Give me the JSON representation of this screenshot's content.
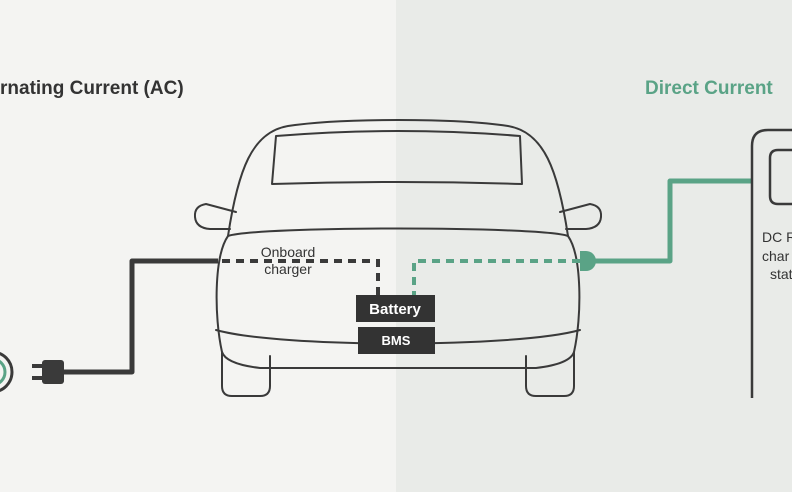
{
  "left_heading": "rnating Current (AC)",
  "right_heading": "Direct Current",
  "onboard_charger": {
    "line1": "Onboard",
    "line2": "charger"
  },
  "battery_label": "Battery",
  "bms_label": "BMS",
  "station_label": {
    "line1": "DC R",
    "line2": "char",
    "line3": "stat"
  },
  "colors": {
    "ac_wire": "#3a3a3a",
    "dc_wire": "#5aa386",
    "car_outline": "#3a3a3a",
    "left_bg": "#f4f4f2",
    "right_bg": "#e9ebe8",
    "box_fill": "#333333"
  },
  "icons": [
    "ac-outlet-icon",
    "ac-plug-icon",
    "dc-connector-icon",
    "car-illustration",
    "dc-charging-station"
  ]
}
